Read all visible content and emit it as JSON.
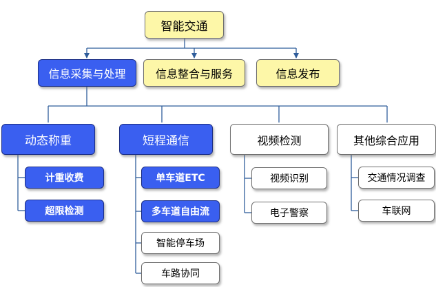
{
  "root": "智能交通",
  "level1": [
    "信息采集与处理",
    "信息整合与服务",
    "信息发布"
  ],
  "level2": [
    "动态称重",
    "短程通信",
    "视频检测",
    "其他综合应用"
  ],
  "level3": {
    "weighing": [
      "计重收费",
      "超限检测"
    ],
    "dsrc": [
      "单车道ETC",
      "多车道自由流",
      "智能停车场",
      "车路协同"
    ],
    "video": [
      "视频识别",
      "电子警察"
    ],
    "other": [
      "交通情况调查",
      "车联网"
    ]
  },
  "colors": {
    "root_fill": "#fdf7a8",
    "highlight_fill": "#3a5ff0",
    "connector": "#2f5d9b",
    "plain_fill": "#ffffff"
  }
}
